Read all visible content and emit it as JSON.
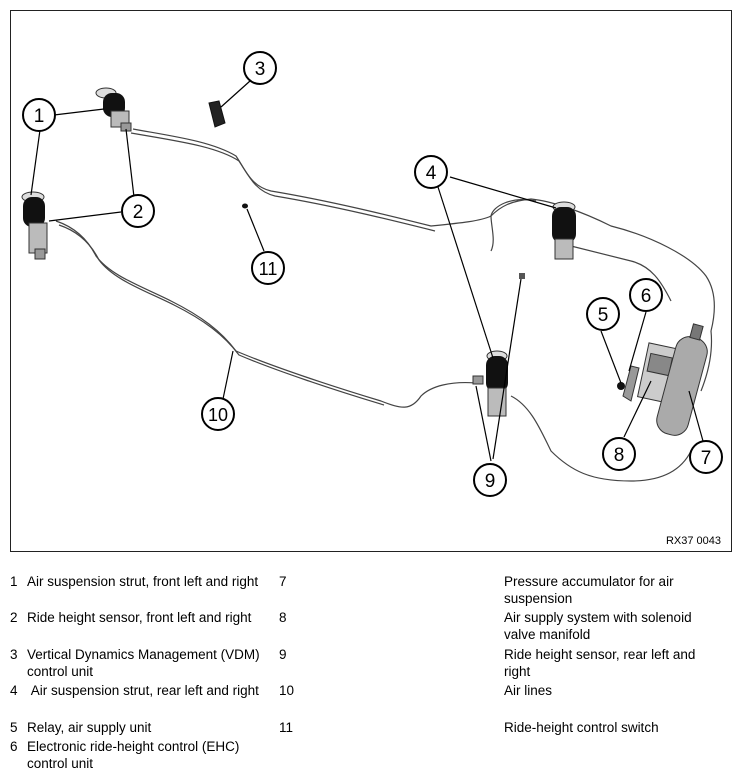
{
  "figure": {
    "code": "RX37 0043",
    "callouts": [
      "1",
      "2",
      "3",
      "4",
      "5",
      "6",
      "7",
      "8",
      "9",
      "10",
      "11"
    ]
  },
  "legend": [
    {
      "num": "1",
      "text": "Air suspension strut, front left and right"
    },
    {
      "num": "2",
      "text": "Ride height sensor, front left and right"
    },
    {
      "num": "3",
      "text": "Vertical Dynamics Management (VDM) control unit"
    },
    {
      "num": "4",
      "text": " Air suspension strut, rear left and right"
    },
    {
      "num": "5",
      "text": "Relay, air supply unit"
    },
    {
      "num": "6",
      "text": "Electronic ride-height control (EHC) control unit"
    },
    {
      "num": "7",
      "text": "Pressure accumulator for air suspension"
    },
    {
      "num": "8",
      "text": "Air supply system with solenoid valve manifold"
    },
    {
      "num": "9",
      "text": "Ride height sensor, rear left and right"
    },
    {
      "num": "10",
      "text": "Air lines"
    },
    {
      "num": "11",
      "text": "Ride-height control switch"
    }
  ]
}
